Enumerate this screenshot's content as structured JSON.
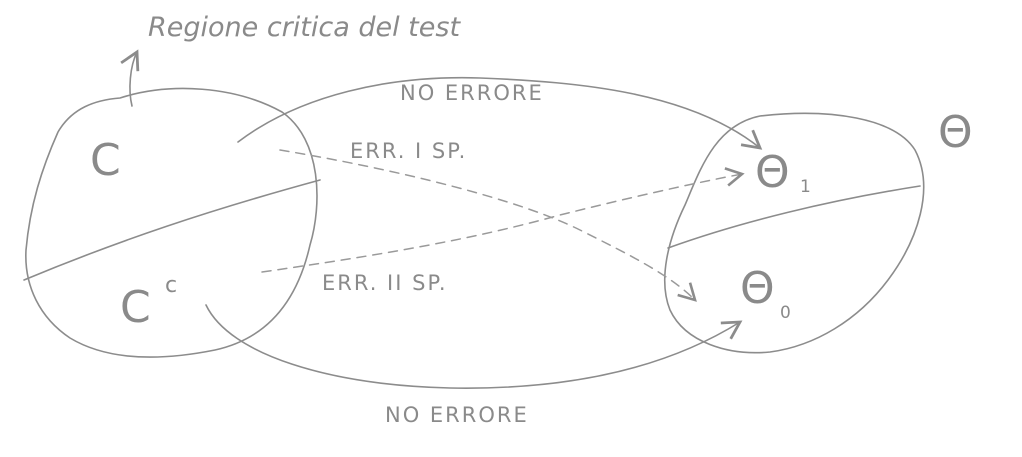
{
  "annotation": {
    "critical_region": "Regione critica del test"
  },
  "sample_space": {
    "region": "C",
    "complement": "C",
    "complement_sup": "c"
  },
  "parameter_space": {
    "symbol": "Θ",
    "theta1": "Θ",
    "theta1_sub": "1",
    "theta0": "Θ",
    "theta0_sub": "0"
  },
  "arrows": {
    "no_error_top": "NO ERRORE",
    "error_type_1": "ERR. I SP.",
    "error_type_2": "ERR. II SP.",
    "no_error_bottom": "NO ERRORE"
  },
  "colors": {
    "pencil": "#8c8c8c",
    "paper": "#ffffff"
  }
}
